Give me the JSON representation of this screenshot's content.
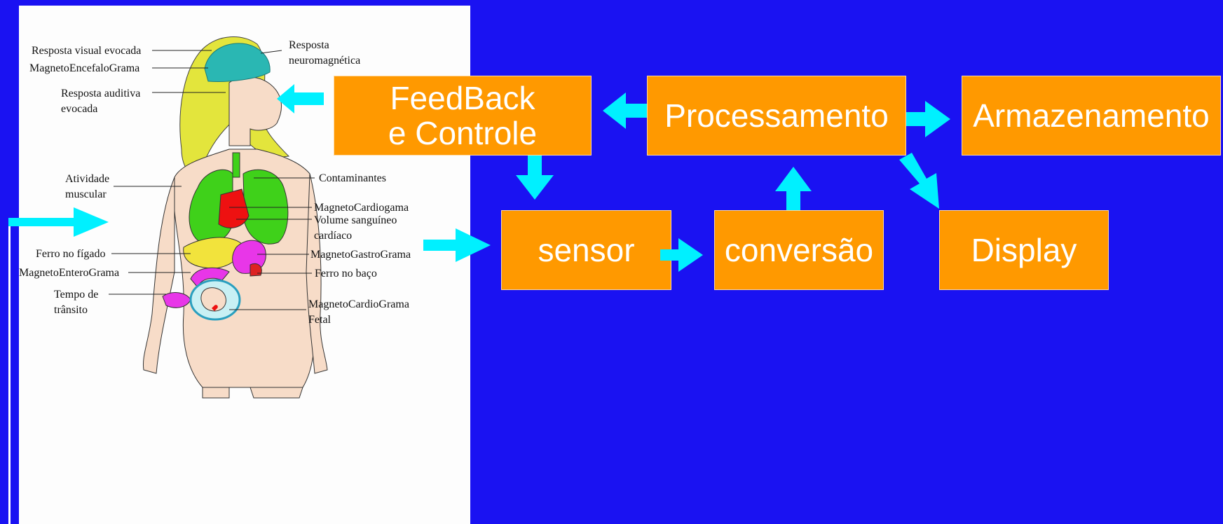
{
  "colors": {
    "background": "#1a12f2",
    "box_fill": "#ff9900",
    "arrow": "#00f0ff",
    "box_text": "#ffffff"
  },
  "illustration": {
    "labels": {
      "resposta_visual": "Resposta visual evocada",
      "resposta_neuro_1": "Resposta",
      "resposta_neuro_2": "neuromagnética",
      "magneto_encefalo": "MagnetoEncefaloGrama",
      "resposta_auditiva_1": "Resposta auditiva",
      "resposta_auditiva_2": "evocada",
      "atividade_1": "Atividade",
      "atividade_2": "muscular",
      "contaminantes": "Contaminantes",
      "magneto_cardiogama": "MagnetoCardiogama",
      "volume_1": "Volume sanguíneo",
      "volume_2": "cardíaco",
      "ferro_figado": "Ferro no fígado",
      "magneto_gastro": "MagnetoGastroGrama",
      "magneto_entero": "MagnetoEnteroGrama",
      "ferro_baco": "Ferro no baço",
      "tempo_1": "Tempo de",
      "tempo_2": "trânsito",
      "magneto_cardio_fetal_1": "MagnetoCardioGrama",
      "magneto_cardio_fetal_2": "Fetal"
    }
  },
  "blocks": {
    "feedback_line1": "FeedBack",
    "feedback_line2": "e Controle",
    "processamento": "Processamento",
    "armazenamento": "Armazenamento",
    "sensor": "sensor",
    "conversao": "conversão",
    "display": "Display"
  }
}
